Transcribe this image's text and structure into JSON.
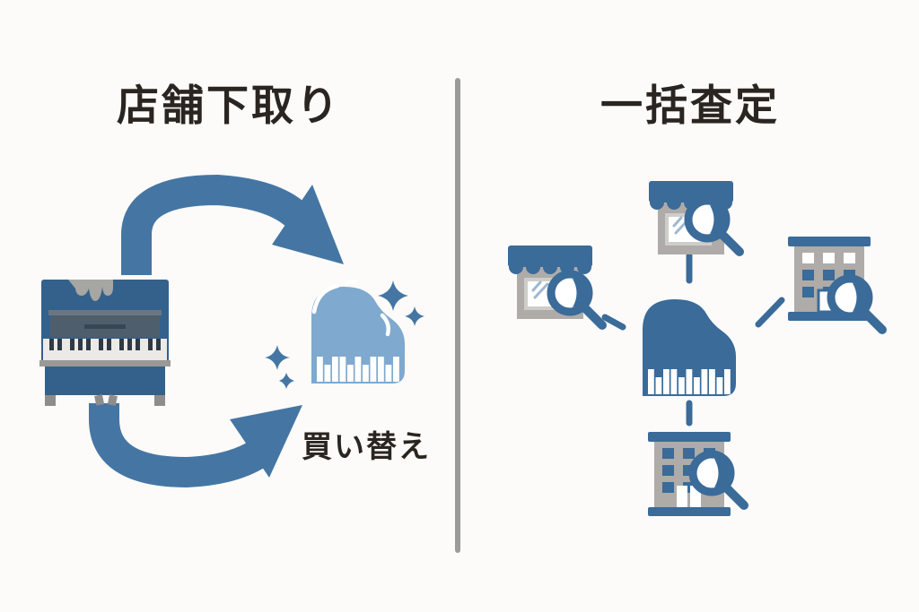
{
  "meta": {
    "description": "Comparison diagram: piano store trade-in versus bulk appraisal by multiple shops"
  },
  "colors": {
    "ink": "#2a2521",
    "steel": "#4576a3",
    "navy": "#34618c",
    "sky": "#7fa9ce",
    "brand": "#3a6b99",
    "grey": "#aeaba8",
    "grey-dark": "#8f8d8b",
    "stain": "#a6a6a2",
    "key-white": "#eceae6",
    "panel-grey": "#4f5e6c",
    "divider": "#9b9b9b",
    "background": "#fcfbf9"
  },
  "left_panel": {
    "title": "店舗下取り",
    "replace_label": "買い替え",
    "icons": [
      "old-upright-piano-icon",
      "cycle-arrow-top-icon",
      "cycle-arrow-bottom-icon",
      "new-grand-piano-icon",
      "sparkle-icon"
    ]
  },
  "right_panel": {
    "title": "一括査定",
    "icons": [
      "piano-icon",
      "storefront-search-icon-top",
      "storefront-search-icon-left",
      "office-building-search-icon-right",
      "office-building-search-icon-bottom",
      "magnifier-icon",
      "connector-line"
    ]
  }
}
